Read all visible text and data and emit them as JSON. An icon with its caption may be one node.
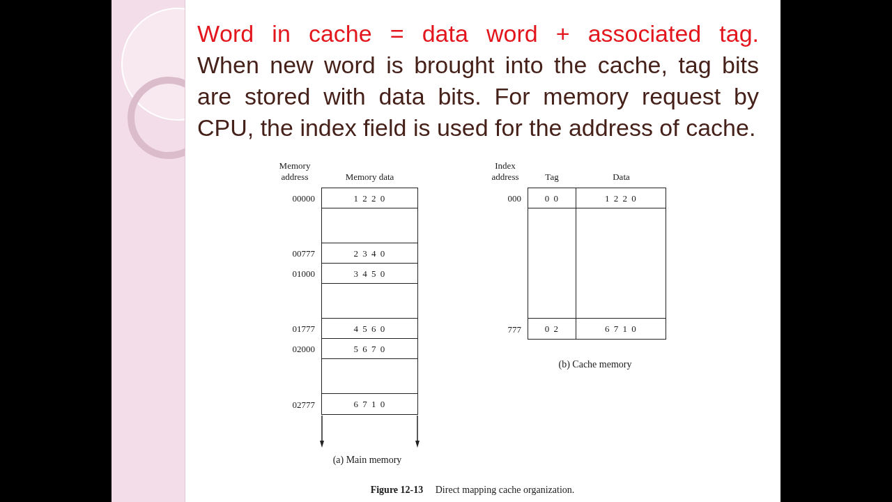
{
  "diagram": {
    "caption": "**Figure 12-13** Direct mapping cache organization.",
    "nodes": [
      {
        "text": [
          "Memory data"
        ]
      },
      {
        "text": [
          "1 2 2 0"
        ],
        "beside": [
          "00000"
        ],
        "in": 0
      },
      {
        "text": [],
        "shape": "box",
        "in": 0
      },
      {
        "text": [
          "2 3 4 0"
        ],
        "beside": [
          "00777"
        ],
        "in": 0
      },
      {
        "text": [
          "3 4 5 0"
        ],
        "beside": [
          "01000"
        ],
        "in": 0
      },
      {
        "text": [],
        "shape": "box",
        "in": 0
      },
      {
        "text": [
          "4 5 6 0"
        ],
        "beside": [
          "01777"
        ],
        "in": 0
      },
      {
        "text": [
          "5 6 7 0"
        ],
        "beside": [
          "02000"
        ],
        "in": 0
      },
      {
        "text": [],
        "shape": "box",
        "in": 0
      },
      {
        "text": [
          "6 7 1 0"
        ],
        "beside": [
          "02777"
        ],
        "in": 0
      },
      {
        "text": [
          "Tag"
        ]
      },
      {
        "text": [
          "0 0"
        ],
        "beside": [
          "000"
        ],
        "in": 10
      },
      {
        "text": [],
        "shape": "box",
        "in": 10
      },
      {
        "text": [
          "0 2"
        ],
        "beside": [
          "777"
        ],
        "in": 10
      },
      {
        "text": [
          "Data"
        ]
      },
      {
        "text": [
          "1 2 2 0"
        ],
        "in": 14
      },
      {
        "text": [],
        "shape": "box",
        "in": 14
      },
      {
        "text": [
          "6 7 1 0"
        ],
        "in": 14
      }
    ],
    "labels": [
      "Word in cache = data word + associated tag.",
      "When new word is brought into the cache, tag bits are stored with data bits. For memory request by CPU, the index field is used for the address of cache.",
      "Memory address",
      "Index address",
      "(a) Main memory",
      "(b) Cache memory"
    ]
  }
}
